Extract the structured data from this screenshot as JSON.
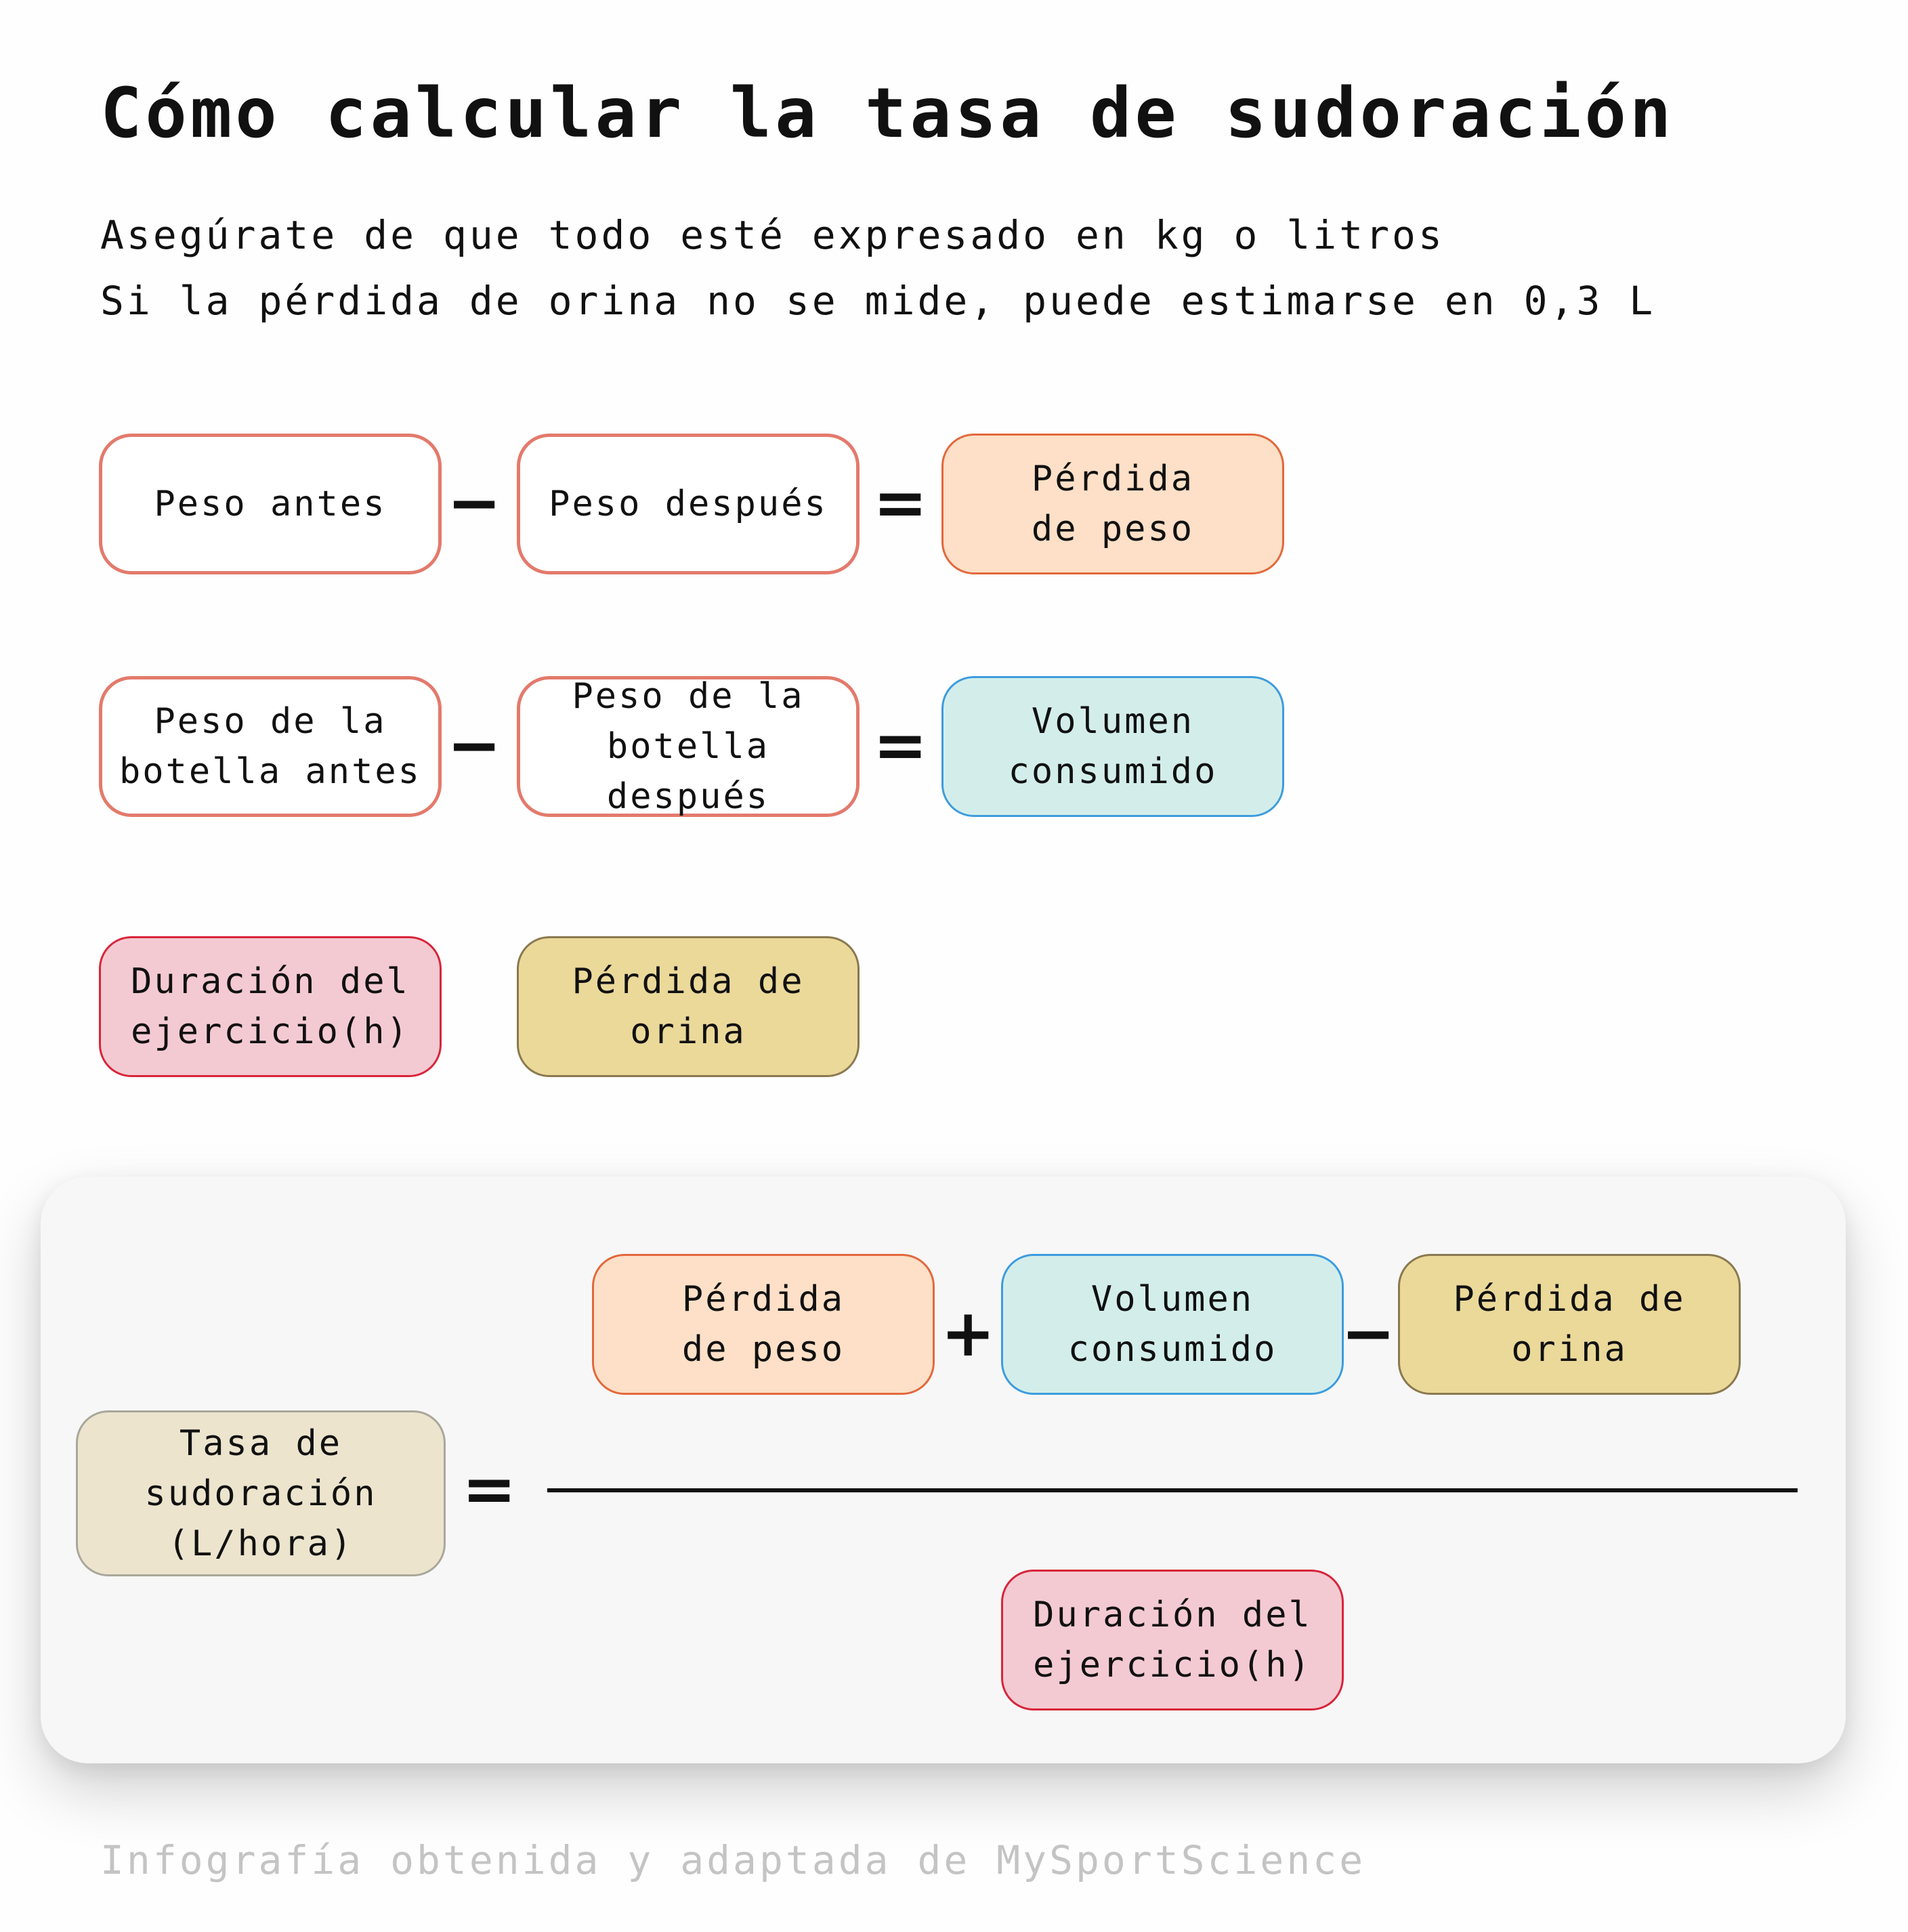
{
  "title": "Cómo calcular la tasa de sudoración",
  "subtitle_lines": [
    "Asegúrate de que todo esté expresado en kg o litros",
    "Si la pérdida de orina no se mide, puede estimarse en 0,3 L"
  ],
  "equation_weight": {
    "left": "Peso antes",
    "op1": "−",
    "middle": "Peso después",
    "op2": "=",
    "result": "Pérdida\nde peso"
  },
  "equation_bottle": {
    "left": "Peso de la\nbotella antes",
    "op1": "−",
    "middle": "Peso de la\nbotella después",
    "op2": "=",
    "result": "Volumen\nconsumido"
  },
  "standalone": {
    "duration": "Duración del\nejercicio(h)",
    "urine": "Pérdida de\norina"
  },
  "formula": {
    "result": "Tasa de\nsudoración\n(L/hora)",
    "equals": "=",
    "numerator": {
      "weight_loss": "Pérdida\nde peso",
      "plus": "+",
      "fluid_consumed": "Volumen\nconsumido",
      "minus": "−",
      "urine_loss": "Pérdida de\norina"
    },
    "denominator": "Duración del\nejercicio(h)"
  },
  "footer": "Infografía obtenida y adaptada de MySportScience",
  "colors": {
    "input_border": "#e37a6c",
    "weight_loss_fill": "#fde0c7",
    "fluid_fill": "#d3eeea",
    "duration_fill": "#f4cad2",
    "urine_fill": "#ebd99a",
    "sweat_rate_fill": "#ece4cd"
  }
}
